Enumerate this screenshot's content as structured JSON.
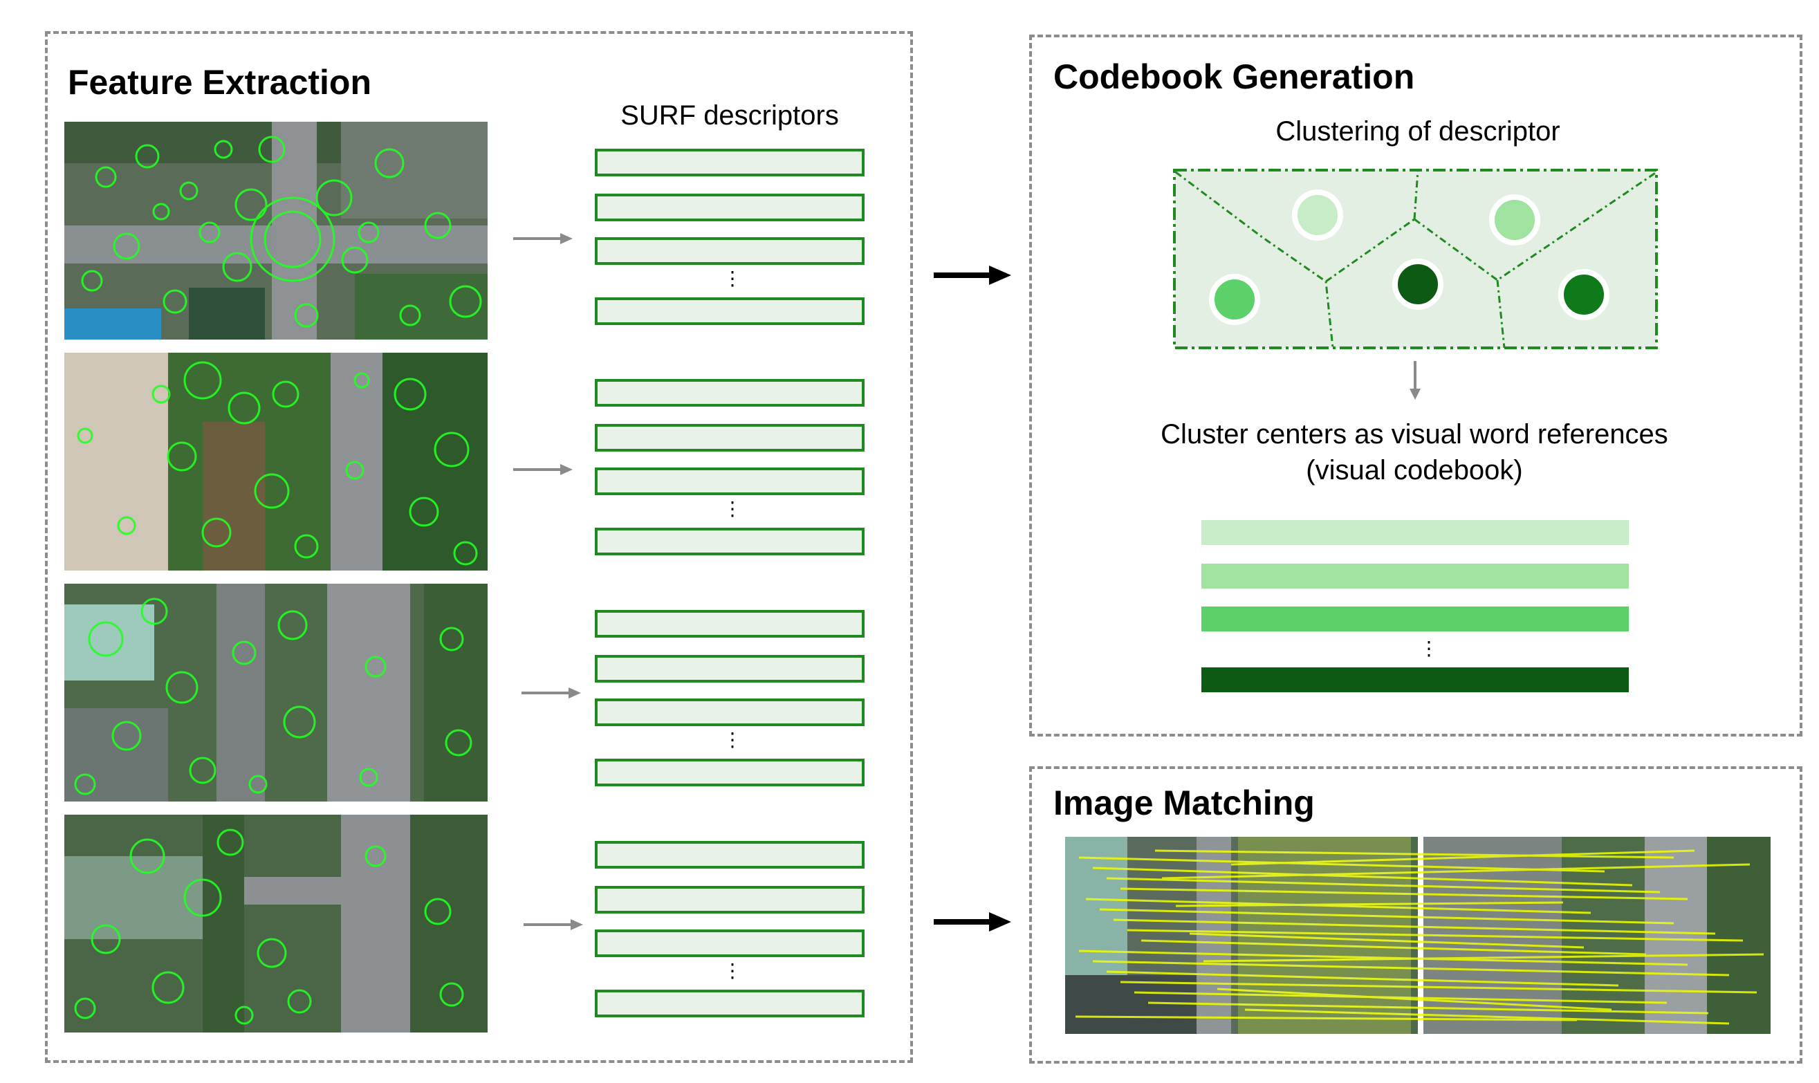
{
  "feature_extraction": {
    "title": "Feature Extraction",
    "descriptor_label": "SURF descriptors",
    "images": [
      {
        "name": "aerial-image-intersection"
      },
      {
        "name": "aerial-image-park"
      },
      {
        "name": "aerial-image-buildings"
      },
      {
        "name": "aerial-image-road"
      }
    ]
  },
  "codebook_generation": {
    "title": "Codebook Generation",
    "clustering_label": "Clustering of descriptor",
    "centers_label_line1": "Cluster centers as visual word references",
    "centers_label_line2": "(visual codebook)",
    "cluster_colors": [
      "#c8ebc8",
      "#a0e2a0",
      "#5cd16a",
      "#0d5a14",
      "#0f7a1a"
    ],
    "codebook_colors": [
      "#c8ebc8",
      "#a0e2a0",
      "#5cd16a",
      "#0d5a14"
    ]
  },
  "image_matching": {
    "title": "Image Matching"
  },
  "colors": {
    "descriptor_border": "#1f8a1f",
    "descriptor_fill": "#e9f2e9",
    "keypoint": "#22ff22",
    "match_line": "#f0ff00"
  }
}
